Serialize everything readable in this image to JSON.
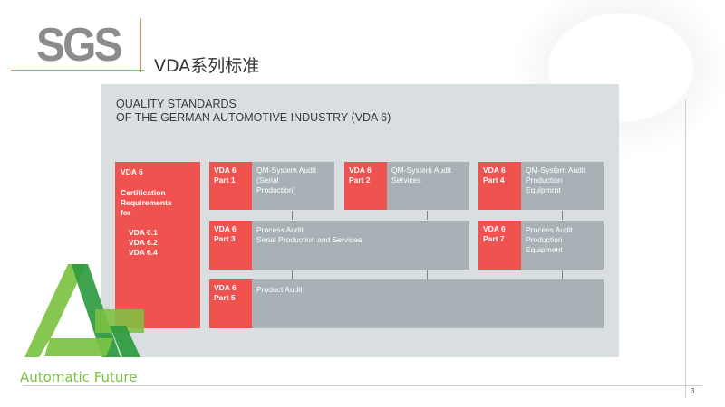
{
  "header": {
    "logo_text": "SGS",
    "title": "VDA系列标准"
  },
  "diagram": {
    "title_line1": "QUALITY STANDARDS",
    "title_line2": "OF THE GERMAN AUTOMOTIVE INDUSTRY (VDA 6)",
    "vda6": {
      "heading": "VDA 6",
      "lines": [
        "Certification",
        "Requirements",
        "for"
      ],
      "items": [
        "VDA 6.1",
        "VDA 6.2",
        "VDA 6.4"
      ]
    },
    "parts": [
      {
        "tag": [
          "VDA 6",
          "Part 1"
        ],
        "desc": [
          "QM-System Audit",
          "(Serial",
          "Production)"
        ]
      },
      {
        "tag": [
          "VDA 6",
          "Part 2"
        ],
        "desc": [
          "QM-System Audit",
          "Services"
        ]
      },
      {
        "tag": [
          "VDA 6",
          "Part 4"
        ],
        "desc": [
          "QM-System Audit",
          "Production",
          "Equipmrnt"
        ]
      },
      {
        "tag": [
          "VDA 6",
          "Part 3"
        ],
        "desc": [
          "Process Audit",
          "Serial Production and Services"
        ]
      },
      {
        "tag": [
          "VDA 6",
          "Part 7"
        ],
        "desc": [
          "Process Audit",
          "Production",
          "Equipment"
        ]
      },
      {
        "tag": [
          "VDA 6",
          "Part 5"
        ],
        "desc": [
          "Product Audit"
        ]
      }
    ]
  },
  "watermark": {
    "caption": "Automatic Future",
    "brand_color": "#7cc242"
  },
  "footer": {
    "page_number": "3"
  },
  "colors": {
    "accent_red": "#f0524f",
    "box_gray": "#a8b1b5",
    "panel_bg": "#d9dfe1",
    "rule_orange": "#f28a5a"
  }
}
